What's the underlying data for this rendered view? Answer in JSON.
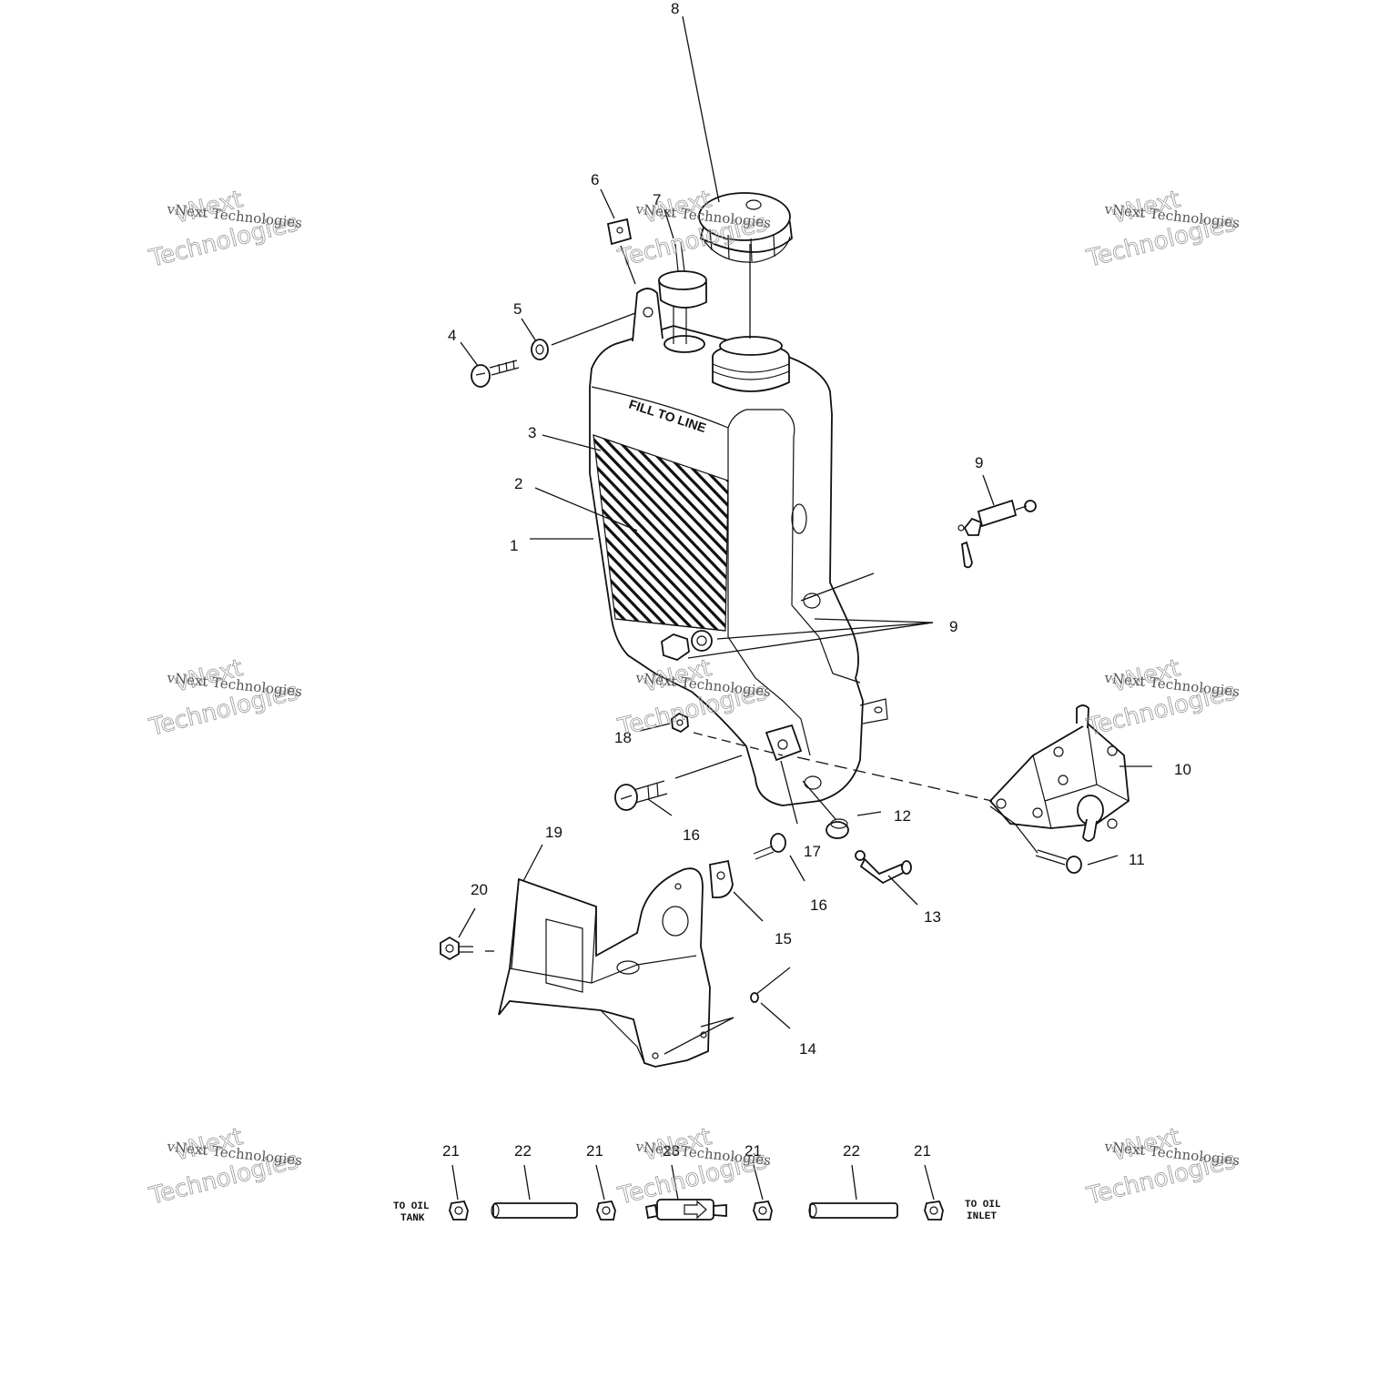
{
  "watermark": {
    "line_small": "vNext Technologies",
    "line_outline_1": "vNext",
    "line_outline_2": "Technologies"
  },
  "tank_label": "FILL TO LINE",
  "callouts": {
    "c1": "1",
    "c2": "2",
    "c3": "3",
    "c4": "4",
    "c5": "5",
    "c6": "6",
    "c7": "7",
    "c8": "8",
    "c9a": "9",
    "c9b": "9",
    "c10": "10",
    "c11": "11",
    "c12": "12",
    "c13": "13",
    "c14": "14",
    "c15": "15",
    "c16a": "16",
    "c16b": "16",
    "c17": "17",
    "c18": "18",
    "c19": "19",
    "c20": "20",
    "c21a": "21",
    "c21b": "21",
    "c21c": "21",
    "c21d": "21",
    "c22a": "22",
    "c22b": "22",
    "c23": "23"
  },
  "notes": {
    "to_oil_tank_1": "TO OIL",
    "to_oil_tank_2": "TANK",
    "to_oil_inlet_1": "TO OIL",
    "to_oil_inlet_2": "INLET"
  }
}
